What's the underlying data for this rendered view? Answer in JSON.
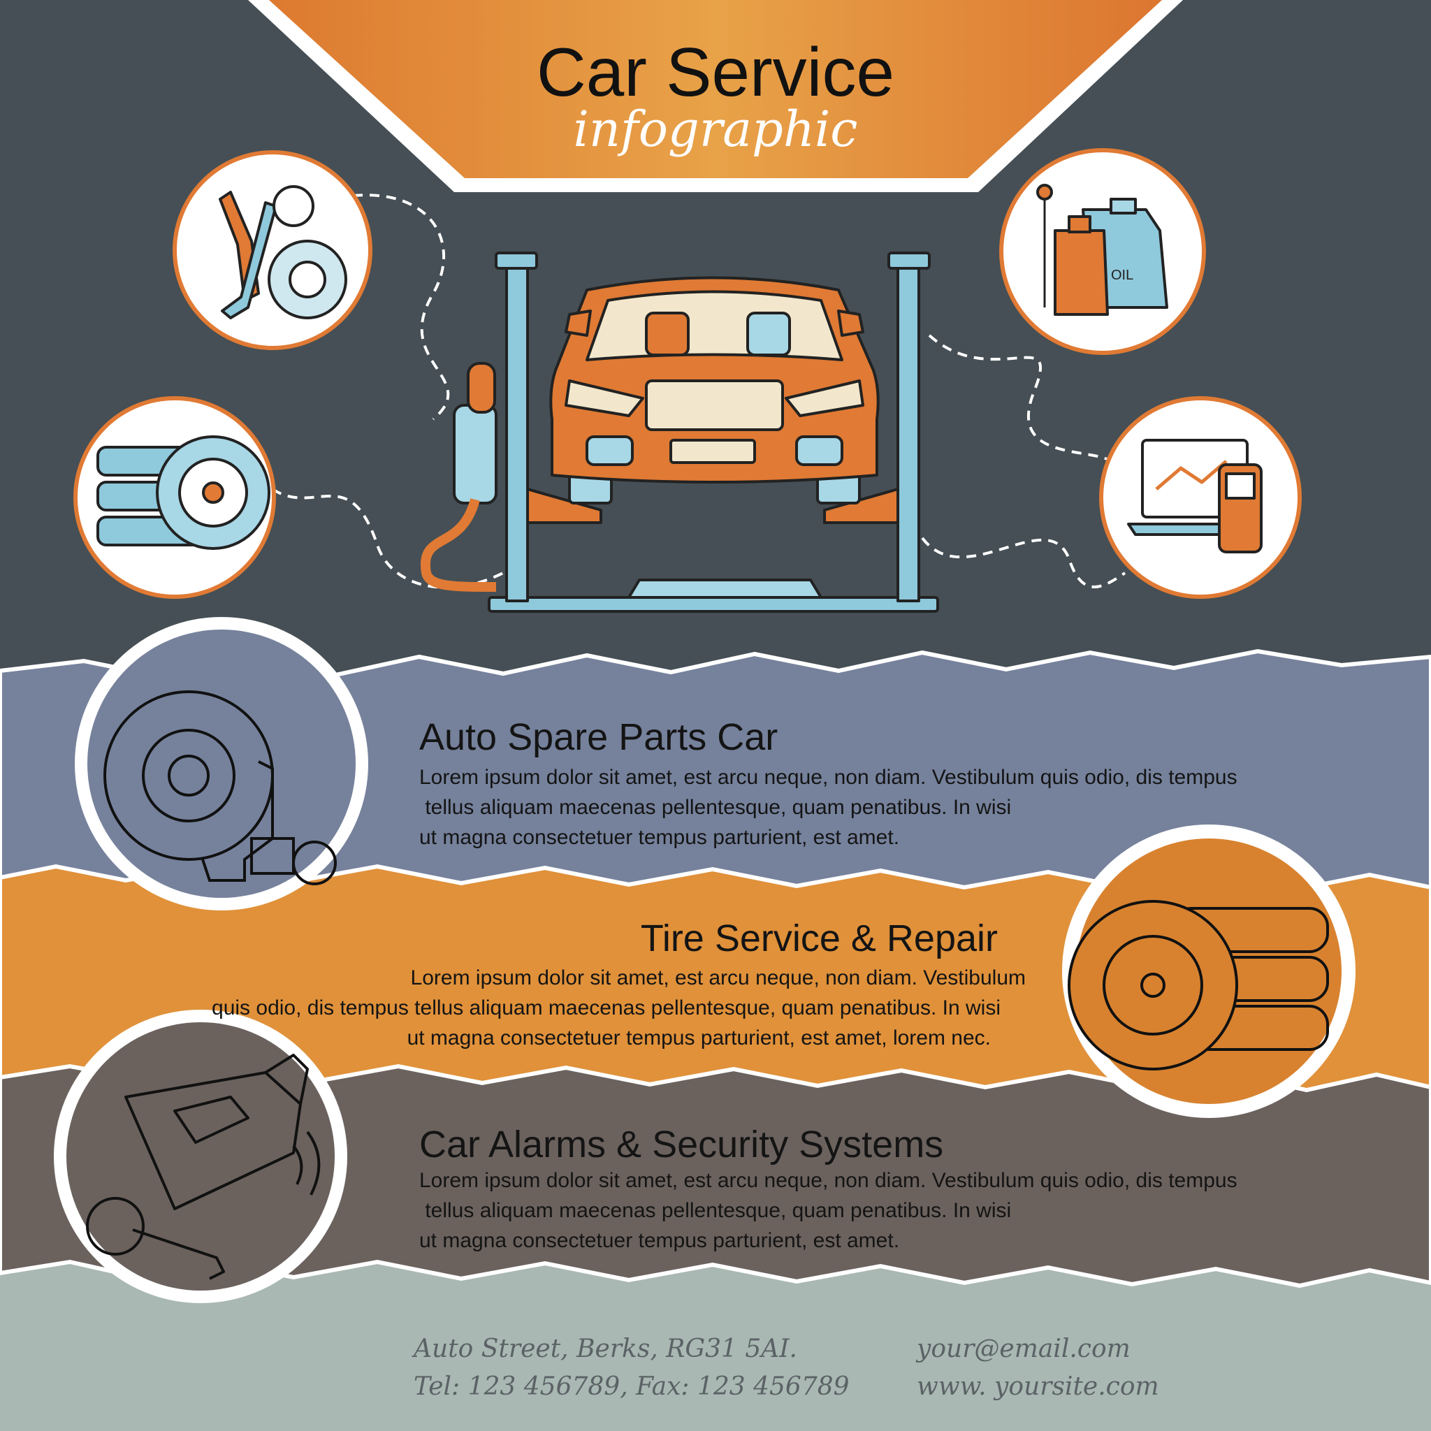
{
  "header": {
    "title": "Car Service",
    "subtitle": "infographic"
  },
  "sections": [
    {
      "heading": "Auto Spare Parts Car",
      "lines": [
        "Lorem ipsum dolor sit amet, est arcu neque, non diam. Vestibulum quis odio, dis tempus",
        " tellus aliquam maecenas pellentesque, quam penatibus. In wisi",
        "ut magna consectetuer tempus parturient, est amet."
      ]
    },
    {
      "heading": "Tire Service & Repair",
      "lines": [
        "Lorem ipsum dolor sit amet, est arcu neque, non diam. Vestibulum",
        "quis odio, dis tempus tellus aliquam maecenas pellentesque, quam penatibus. In wisi",
        "ut magna consectetuer tempus parturient, est amet, lorem nec."
      ]
    },
    {
      "heading": "Car Alarms & Security Systems",
      "lines": [
        "Lorem ipsum dolor sit amet, est arcu neque, non diam. Vestibulum quis odio, dis tempus",
        " tellus aliquam maecenas pellentesque, quam penatibus. In wisi",
        "ut magna consectetuer tempus parturient, est amet."
      ]
    }
  ],
  "footer": {
    "address": "Auto Street,  Berks, RG31 5AI.",
    "phone": "Tel: 123 456789, Fax: 123 456789",
    "email": "your@email.com",
    "website": "www. yoursite.com"
  },
  "icons": {
    "oil_label": "OIL"
  },
  "colors": {
    "background": "#454f55",
    "orange": "#e0913a",
    "slate_blue": "#76829c",
    "taupe": "#6b625e",
    "sage": "#a9b8b2",
    "light_blue": "#8fc9dc"
  }
}
